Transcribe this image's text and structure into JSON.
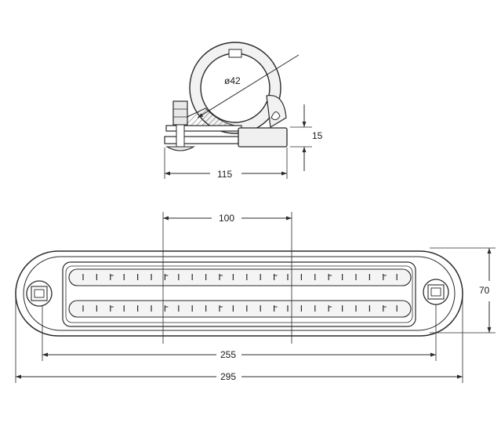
{
  "dimensions": {
    "diameter": "ø42",
    "height": "15",
    "clamp_width": "115",
    "pitch": "100",
    "inner_length": "255",
    "overall_length": "295",
    "width": "70"
  }
}
